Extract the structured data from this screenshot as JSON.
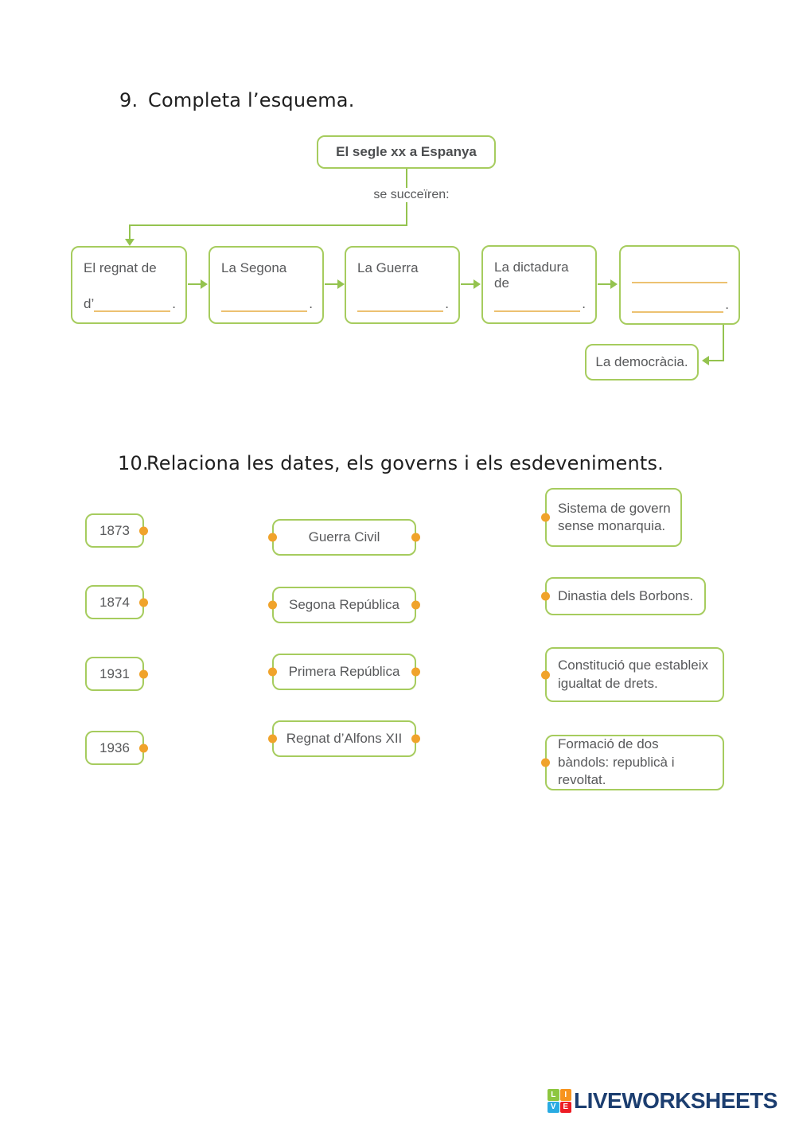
{
  "colors": {
    "box_border": "#a6cc5e",
    "connector": "#94c34f",
    "dot": "#f0a32b",
    "blank_line": "#ecc171",
    "box_text": "#58595b",
    "heading_text": "#1f1f1f",
    "logo_navy": "#1c3e70"
  },
  "exercise9": {
    "number": "9.",
    "title": "Completa l’esquema.",
    "root_box": "El segle xx a Espanya",
    "connector_label": "se succeïren:",
    "sequence_boxes": [
      {
        "line1": "El regnat de",
        "prefix": "d’",
        "suffix": "."
      },
      {
        "line1": "La Segona",
        "prefix": "",
        "suffix": "."
      },
      {
        "line1": "La Guerra",
        "prefix": "",
        "suffix": "."
      },
      {
        "line1": "La dictadura de",
        "prefix": "",
        "suffix": "."
      },
      {
        "line1": "",
        "prefix": "",
        "suffix": "."
      }
    ],
    "final_box": "La democràcia."
  },
  "exercise10": {
    "number": "10.",
    "title": "Relaciona les dates, els governs i els esdeveniments.",
    "dates": [
      "1873",
      "1874",
      "1931",
      "1936"
    ],
    "governments": [
      "Guerra Civil",
      "Segona República",
      "Primera República",
      "Regnat d’Alfons XII"
    ],
    "events": [
      "Sistema de govern sense monarquia.",
      "Dinastia dels Borbons.",
      "Constitució que estableix igualtat de drets.",
      "Formació de dos bàndols: republicà i revoltat."
    ]
  },
  "footer": {
    "logo_text": "LIVEWORKSHEETS",
    "logo_squares": [
      {
        "label": "L",
        "color": "#8dc63f"
      },
      {
        "label": "I",
        "color": "#f7941e"
      },
      {
        "label": "V",
        "color": "#29abe2"
      },
      {
        "label": "E",
        "color": "#ed1c24"
      }
    ]
  }
}
